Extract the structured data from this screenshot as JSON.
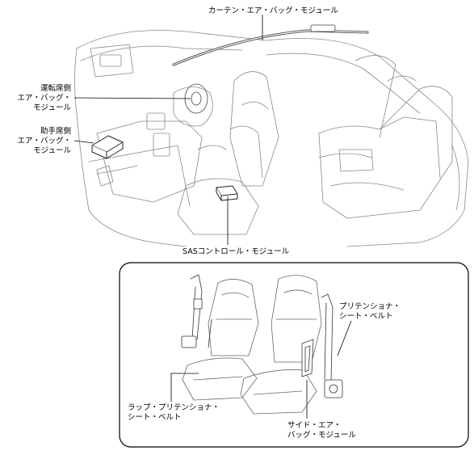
{
  "labels": {
    "curtain_airbag": "カーテン・エア・バッグ・モジュール",
    "driver_airbag": [
      "運転席側",
      "エア・バッグ・",
      "モジュール"
    ],
    "passenger_airbag": [
      "助手席側",
      "エア・バッグ・",
      "モジュール"
    ],
    "sas_control": "SASコントロール・モジュール",
    "pretensioner_belt": [
      "プリテンショナ・",
      "シート・ベルト"
    ],
    "lap_pretensioner_belt": [
      "ラップ・プリテンショナ・",
      "シート・ベルト"
    ],
    "side_airbag": [
      "サイド・エア・",
      "バッグ・モジュール"
    ]
  }
}
